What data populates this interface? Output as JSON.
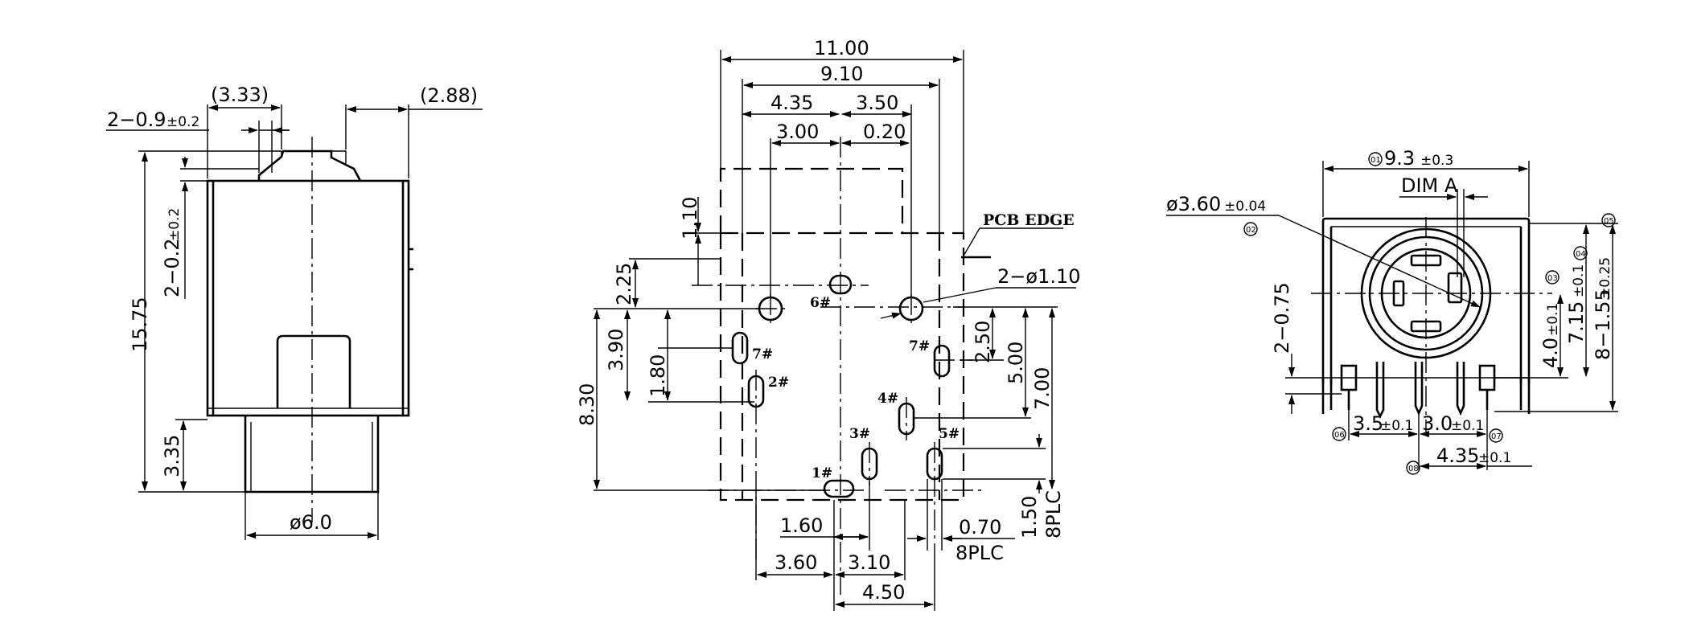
{
  "left_view": {
    "dim_pin_pitch": "2−0.9",
    "dim_pin_pitch_tol": "±0.2",
    "dim_top_offset": "(3.33)",
    "dim_right_offset": "(2.88)",
    "dim_tab_height": "2−0.2",
    "dim_tab_height_tol": "±0.2",
    "dim_overall_height": "15.75",
    "dim_nose_height": "3.35",
    "dim_nose_diameter": "ø6.0"
  },
  "middle_view": {
    "dim_width_outer": "11.00",
    "dim_width_inner": "9.10",
    "dim_left_offset": "4.35",
    "dim_right_offset": "3.50",
    "dim_left_small": "3.00",
    "dim_right_small": "0.20",
    "dim_edge_v": "1.10",
    "dim_2_25": "2.25",
    "dim_3_90": "3.90",
    "dim_1_80": "1.80",
    "dim_8_30": "8.30",
    "dim_2_50": "2.50",
    "dim_5_00": "5.00",
    "dim_7_00": "7.00",
    "dim_1_50": "1.50",
    "dim_8plc_v": "8PLC",
    "dim_1_60": "1.60",
    "dim_3_60": "3.60",
    "dim_3_10": "3.10",
    "dim_4_50": "4.50",
    "dim_0_70": "0.70",
    "dim_8plc_h": "8PLC",
    "note_pcb_edge": "PCB EDGE",
    "note_holes": "2−ø1.10",
    "pins": [
      "6#",
      "7#",
      "7#",
      "2#",
      "4#",
      "3#",
      "5#",
      "1#"
    ]
  },
  "right_view": {
    "bubble_1": "01",
    "dim_width": "9.3",
    "dim_width_tol": "±0.3",
    "dim_a_label": "DIM  A",
    "dim_bore": "ø3.60",
    "dim_bore_tol": "±0.04",
    "bubble_2": "02",
    "dim_2_075": "2−0.75",
    "bubble_3": "03",
    "bubble_4": "04",
    "bubble_5": "05",
    "dim_4_0": "4.0",
    "dim_4_0_tol": "±0.1",
    "dim_7_15": "7.15",
    "dim_7_15_tol": "±0.1",
    "dim_8_155": "8−1.55",
    "dim_8_155_tol": "±0.25",
    "bubble_6": "06",
    "dim_3_5": "3.5",
    "dim_3_5_tol": "±0.1",
    "dim_3_0": "3.0",
    "dim_3_0_tol": "±0.1",
    "bubble_7": "07",
    "bubble_8": "08",
    "dim_4_35": "4.35",
    "dim_4_35_tol": "±0.1"
  }
}
